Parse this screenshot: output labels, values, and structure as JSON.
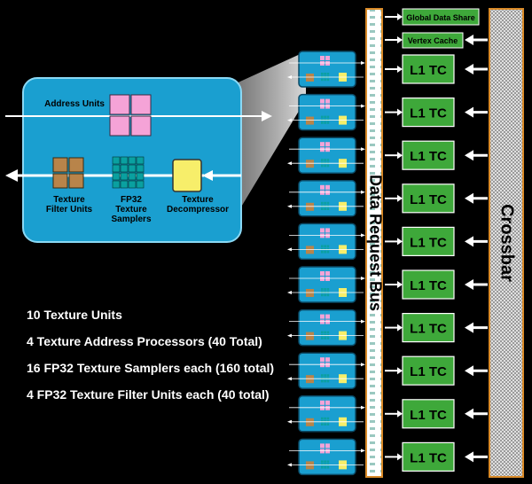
{
  "detail": {
    "address_units_label": "Address Units",
    "filter_units_label": "Texture\nFilter Units",
    "samplers_label": "FP32\nTexture\nSamplers",
    "decompressor_label": "Texture\nDecompressor"
  },
  "right_panel": {
    "global_data_share": "Global Data Share",
    "vertex_cache": "Vertex Cache",
    "data_request_bus": "Data Request Bus",
    "crossbar": "Crossbar",
    "l1tc_label": "L1 TC",
    "unit_count": 10
  },
  "specs": [
    "10 Texture Units",
    "4 Texture Address Processors (40 Total)",
    "16 FP32 Texture Samplers each (160 total)",
    "4 FP32 Texture Filter Units each (40 total)"
  ],
  "colors": {
    "detail_box": "#1a9fd0",
    "address_unit": "#f5a3d7",
    "filter_unit": "#b8844a",
    "sampler": "#0aa0a0",
    "decompressor": "#f7ee6a",
    "l1tc": "#3ea83a",
    "bus": "#ffffff"
  }
}
